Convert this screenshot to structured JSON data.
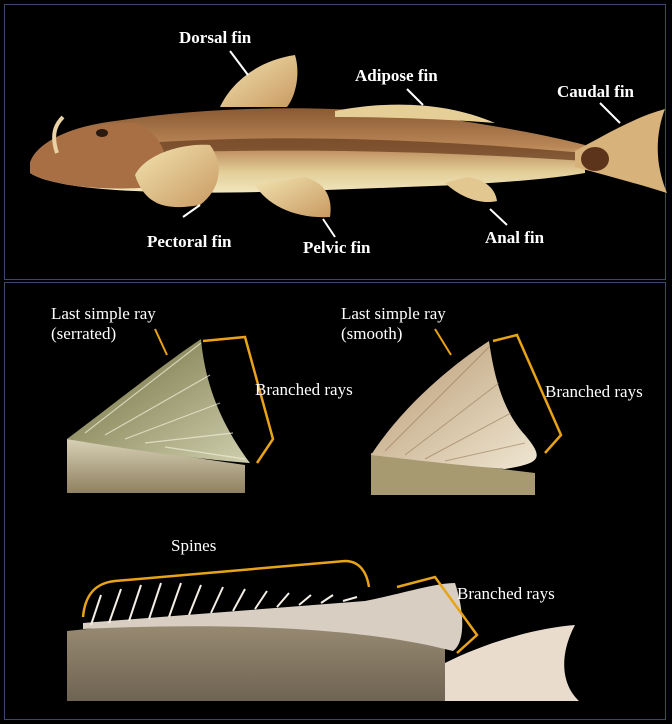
{
  "top_panel": {
    "labels": {
      "dorsal": "Dorsal fin",
      "adipose": "Adipose fin",
      "caudal": "Caudal fin",
      "pectoral": "Pectoral fin",
      "pelvic": "Pelvic fin",
      "anal": "Anal fin"
    }
  },
  "bottom_panel": {
    "serrated": {
      "line1": "Last simple ray",
      "line2": "(serrated)",
      "branched": "Branched rays"
    },
    "smooth": {
      "line1": "Last simple ray",
      "line2": "(smooth)",
      "branched": "Branched rays"
    },
    "spiny": {
      "spines": "Spines",
      "branched": "Branched rays"
    }
  },
  "colors": {
    "bracket": "#e8a317",
    "pointer": "#ffffff",
    "background": "#000000"
  }
}
